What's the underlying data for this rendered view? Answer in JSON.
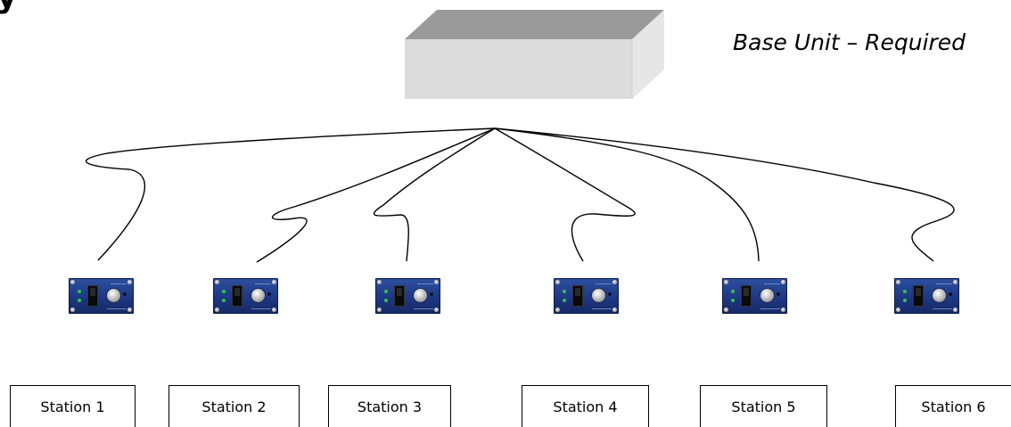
{
  "base_unit": {
    "label": "Base Unit – Required",
    "colors": {
      "top": "#9a9a9a",
      "front": "#d8d8d8",
      "side": "#e6e6e6"
    }
  },
  "stations": [
    {
      "label": "Station 1"
    },
    {
      "label": "Station 2"
    },
    {
      "label": "Station 3"
    },
    {
      "label": "Station 4"
    },
    {
      "label": "Station 5"
    },
    {
      "label": "Station 6"
    }
  ],
  "device_icon": "control-panel-icon",
  "connector_color": "#000000",
  "device_color": "#1f3a87"
}
